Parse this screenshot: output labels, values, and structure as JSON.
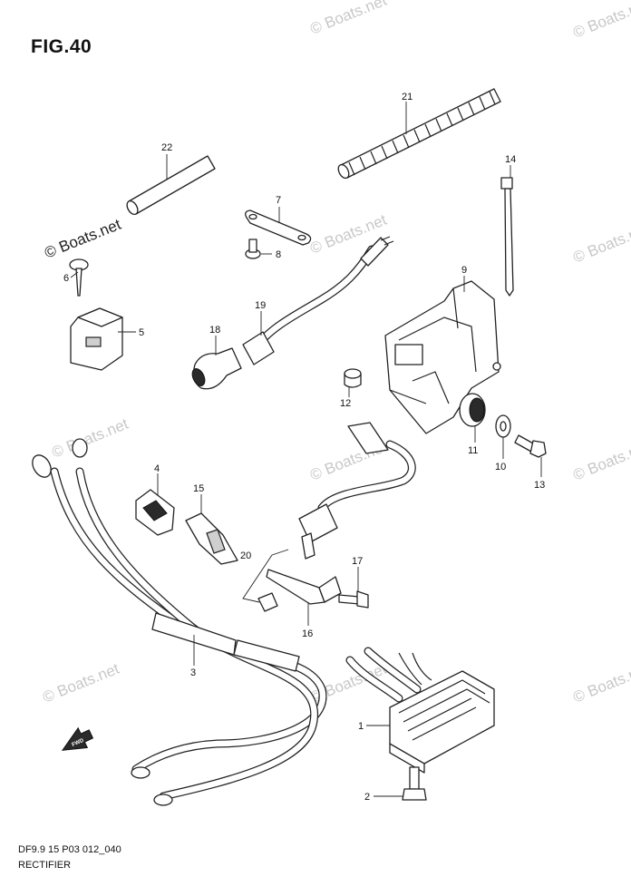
{
  "figure": {
    "title": "FIG.40",
    "code": "DF9.9 15 P03 012_040",
    "name": "RECTIFIER"
  },
  "watermark": "© Boats.net",
  "direction_marker": "FWD",
  "callouts": [
    "1",
    "2",
    "3",
    "4",
    "5",
    "6",
    "7",
    "8",
    "9",
    "10",
    "11",
    "12",
    "13",
    "14",
    "15",
    "16",
    "17",
    "18",
    "19",
    "20",
    "21",
    "22"
  ]
}
